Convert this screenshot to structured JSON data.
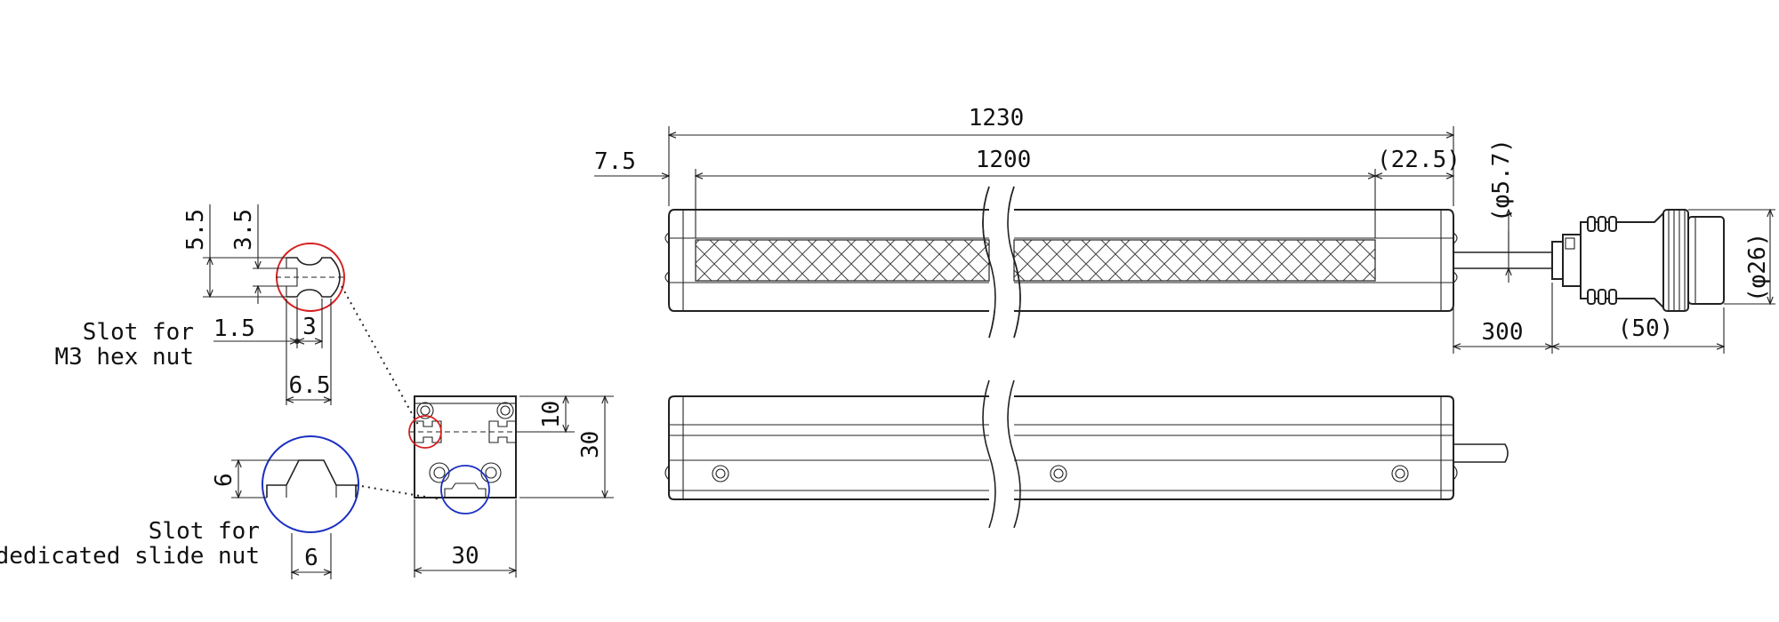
{
  "dimensions": {
    "overall_length": "1230",
    "emitting_length": "1200",
    "left_offset": "7.5",
    "right_offset": "(22.5)",
    "cable_diameter": "(φ5.7)",
    "cable_length": "300",
    "connector_length": "(50)",
    "connector_diameter": "(φ26)",
    "section_width": "30",
    "section_height": "30",
    "slot_offset": "10",
    "m3_slot_5_5": "5.5",
    "m3_slot_3_5": "3.5",
    "m3_slot_1_5": "1.5",
    "m3_slot_3": "3",
    "m3_slot_6_5": "6.5",
    "slide_slot_height": "6",
    "slide_slot_width": "6"
  },
  "labels": {
    "m3_line1": "Slot for",
    "m3_line2": "M3 hex nut",
    "slide_line1": "Slot for",
    "slide_line2": "dedicated slide nut"
  },
  "colors": {
    "line": "#222222",
    "m3_highlight": "#d62020",
    "slide_highlight": "#1a2fc0",
    "hatch": "#444444"
  }
}
